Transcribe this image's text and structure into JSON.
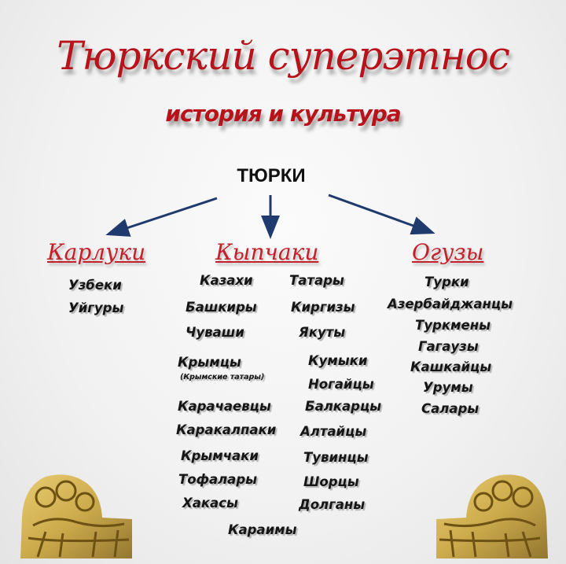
{
  "title": "Тюркский суперэтнос",
  "subtitle": "история и культура",
  "root": "ТЮРКИ",
  "branches": {
    "karluki": {
      "name": "Карлуки",
      "items": [
        "Узбеки",
        "Уйгуры"
      ]
    },
    "kypchaki": {
      "name": "Кыпчаки",
      "items": [
        "Казахи",
        "Татары",
        "Башкиры",
        "Киргизы",
        "Чуваши",
        "Якуты",
        "Крымцы",
        "(Крымские татары)",
        "Кумыки",
        "Ногайцы",
        "Карачаевцы",
        "Балкарцы",
        "Каракалпаки",
        "Алтайцы",
        "Крымчаки",
        "Тувинцы",
        "Тофалары",
        "Шорцы",
        "Хакасы",
        "Долганы",
        "Караимы"
      ]
    },
    "oguzy": {
      "name": "Огузы",
      "items": [
        "Турки",
        "Азербайджанцы",
        "Туркмены",
        "Гагаузы",
        "Кашкайцы",
        "Урумы",
        "Салары"
      ]
    }
  },
  "colors": {
    "title": "#b8121b",
    "branch": "#c4202a",
    "arrow": "#1f3b6e",
    "ornament": "#c9a43a"
  },
  "icons": {
    "left_ornament": "golden-deer-plaque-icon",
    "right_ornament": "golden-deer-plaque-icon"
  }
}
